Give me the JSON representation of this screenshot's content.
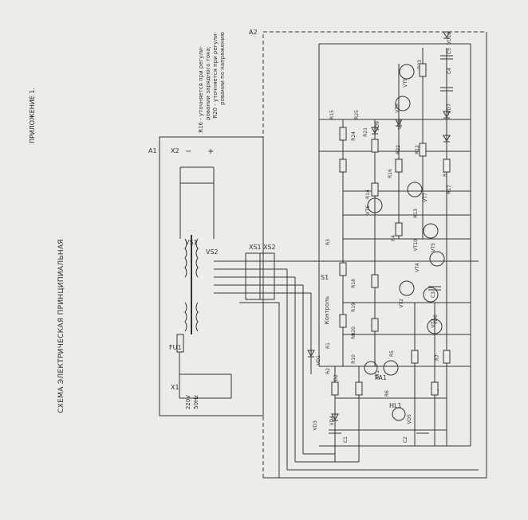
{
  "header": {
    "appendix": "ПРИЛОЖЕНИЕ 1.",
    "title": "СХЕМА ЭЛЕКТРИЧЕСКАЯ ПРИНЦИПИАЛЬНАЯ"
  },
  "notes": {
    "line1": "R16 - уточняется при регули-",
    "line2": "ровании зарядного тока;",
    "line3": "R20 - уточняется при регули-",
    "line4": "ровании по напряжению"
  },
  "blocks": {
    "a1": "A1",
    "a2": "A2",
    "x1": "X1",
    "x2": "X2",
    "fu1": "FU1",
    "supply_voltage": "220V",
    "supply_freq": "50Hz"
  },
  "components": {
    "vs1": "VS1",
    "vs2": "VS2",
    "xs1": "XS1",
    "xs2": "XS2",
    "sa1": "S1",
    "control": "Контроль",
    "r": [
      "R1",
      "R2",
      "R3",
      "R4",
      "R5",
      "R6",
      "R7",
      "R8",
      "R9",
      "R10",
      "R11",
      "R12",
      "R13",
      "R14",
      "R15",
      "R16",
      "R17",
      "R18",
      "R19",
      "R20",
      "R21",
      "R22",
      "R23",
      "R24",
      "R25"
    ],
    "vt": [
      "VT1",
      "VT2",
      "VT3",
      "VT4",
      "VT5",
      "VT6",
      "VT7",
      "VT8",
      "VT9",
      "VT10"
    ],
    "vd": [
      "VD1",
      "VD2",
      "VD3",
      "VD4",
      "VD5",
      "VD6",
      "VD7",
      "VD8",
      "VD9",
      "VD10"
    ],
    "c": [
      "C1",
      "C2",
      "C3",
      "C4",
      "C5"
    ],
    "hl": "HL1",
    "pa": "PA1"
  },
  "terminals": {
    "plus": "+",
    "minus": "−"
  }
}
